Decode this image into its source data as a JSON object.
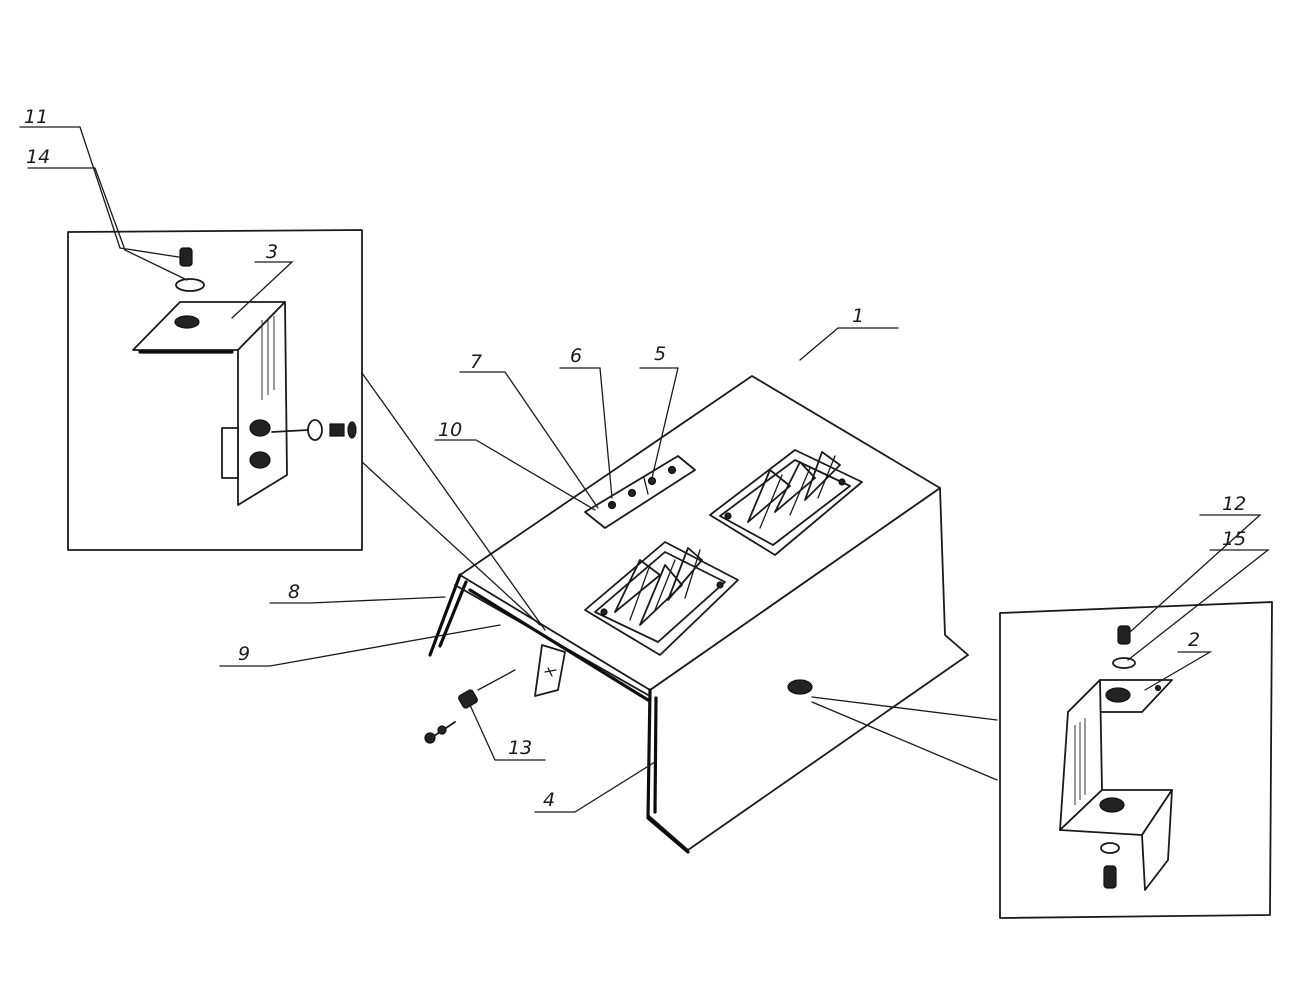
{
  "callouts": {
    "c1": "1",
    "c2": "2",
    "c3": "3",
    "c4": "4",
    "c5": "5",
    "c6": "6",
    "c7": "7",
    "c8": "8",
    "c9": "9",
    "c10": "10",
    "c11": "11",
    "c12": "12",
    "c13": "13",
    "c14": "14",
    "c15": "15"
  },
  "colors": {
    "line": "#1a1a1a",
    "paper": "#ffffff"
  }
}
